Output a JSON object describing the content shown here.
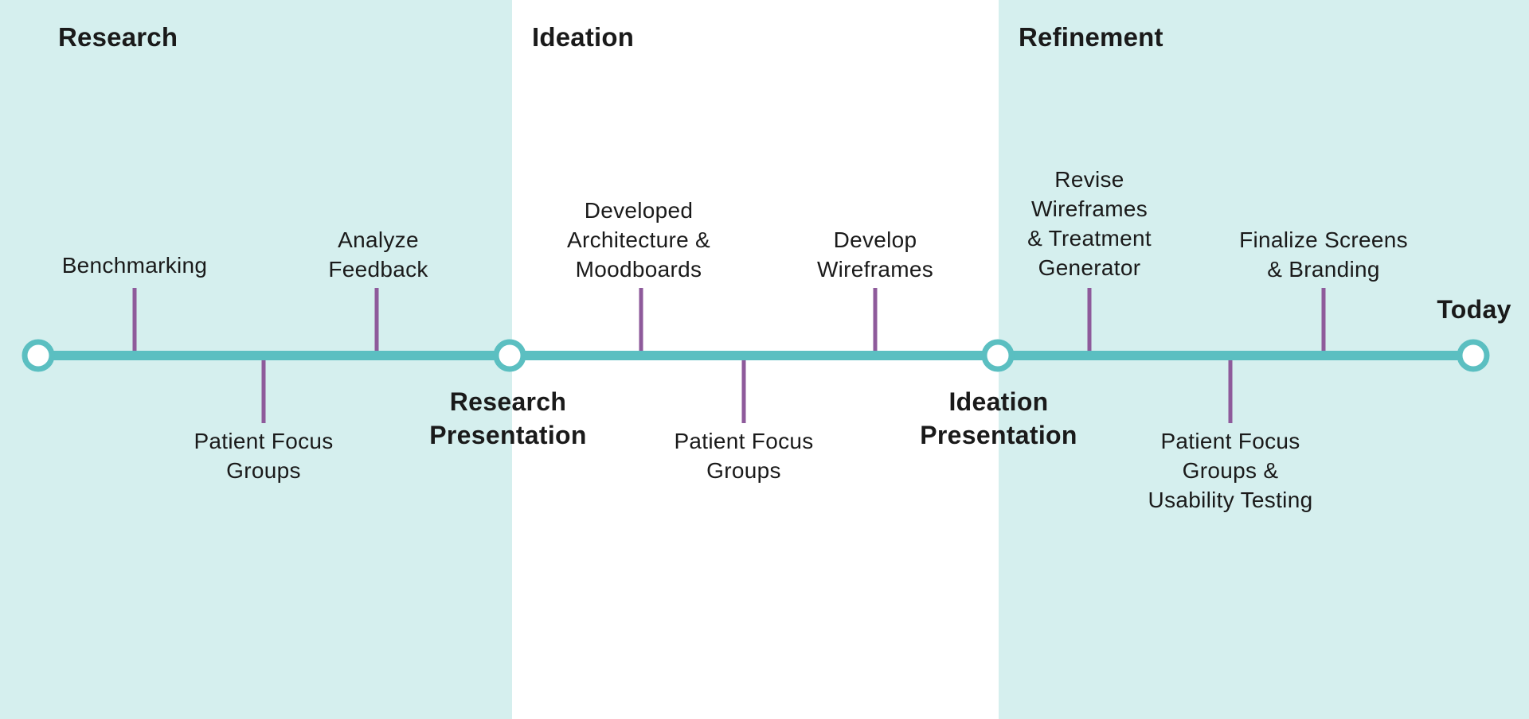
{
  "colors": {
    "band": "#d5efee",
    "band_alt": "#ffffff",
    "timeline": "#5bbfc1",
    "tick": "#8e5a9b",
    "node_fill": "#ffffff"
  },
  "phases": [
    {
      "id": "research",
      "title": "Research"
    },
    {
      "id": "ideation",
      "title": "Ideation"
    },
    {
      "id": "refinement",
      "title": "Refinement"
    }
  ],
  "milestones": [
    {
      "id": "research-presentation",
      "label": "Research\nPresentation"
    },
    {
      "id": "ideation-presentation",
      "label": "Ideation\nPresentation"
    },
    {
      "id": "today",
      "label": "Today"
    }
  ],
  "activities": [
    {
      "id": "benchmarking",
      "label": "Benchmarking",
      "side": "above"
    },
    {
      "id": "patient-focus-1",
      "label": "Patient Focus\nGroups",
      "side": "below"
    },
    {
      "id": "analyze-feedback",
      "label": "Analyze\nFeedback",
      "side": "above"
    },
    {
      "id": "developed-arch",
      "label": "Developed\nArchitecture &\nMoodboards",
      "side": "above"
    },
    {
      "id": "patient-focus-2",
      "label": "Patient Focus\nGroups",
      "side": "below"
    },
    {
      "id": "develop-wireframes",
      "label": "Develop\nWireframes",
      "side": "above"
    },
    {
      "id": "revise-wireframes",
      "label": "Revise\nWireframes\n& Treatment\nGenerator",
      "side": "above"
    },
    {
      "id": "patient-focus-3",
      "label": "Patient Focus\nGroups &\nUsability Testing",
      "side": "below"
    },
    {
      "id": "finalize-screens",
      "label": "Finalize Screens\n& Branding",
      "side": "above"
    }
  ]
}
